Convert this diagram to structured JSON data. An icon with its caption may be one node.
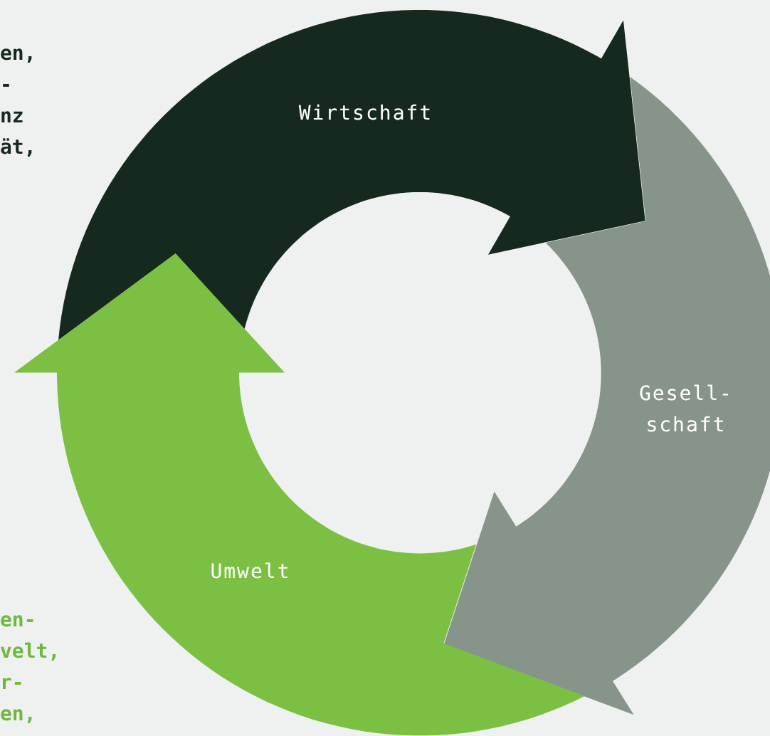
{
  "diagram": {
    "nodes": [
      {
        "text": [
          "Wirtschaft"
        ]
      },
      {
        "text": [
          "Gesell- schaft"
        ]
      },
      {
        "text": [
          "Umwelt"
        ]
      }
    ],
    "labels": [
      "en,",
      "-",
      "nz",
      "ät,",
      "en-",
      "velt,",
      "r-",
      "en,"
    ]
  }
}
